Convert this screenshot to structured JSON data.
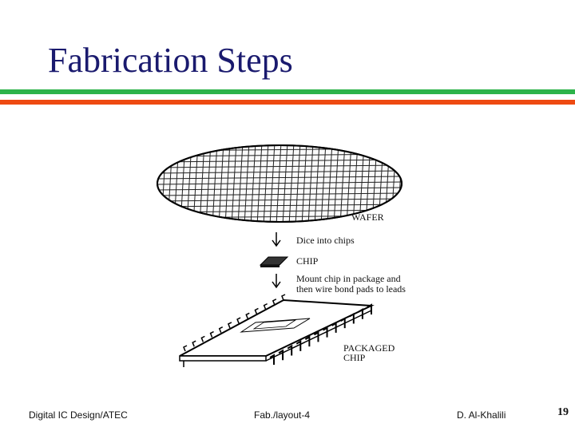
{
  "slide": {
    "title": "Fabrication Steps",
    "accent_colors": {
      "title": "#1a1a6e",
      "rule_top": "#2db34a",
      "rule_bottom": "#ee4a12"
    }
  },
  "figure": {
    "wafer_label": "WAFER",
    "step1_label": "Dice into chips",
    "chip_label": "CHIP",
    "step2_line1": "Mount chip in package and",
    "step2_line2": "then wire bond pads to leads",
    "packaged_line1": "PACKAGED",
    "packaged_line2": "CHIP",
    "arrow_icon": "down-arrow-icon"
  },
  "footer": {
    "left": "Digital IC Design/ATEC",
    "center": "Fab./layout-4",
    "right": "D. Al-Khalili",
    "page": "19"
  }
}
